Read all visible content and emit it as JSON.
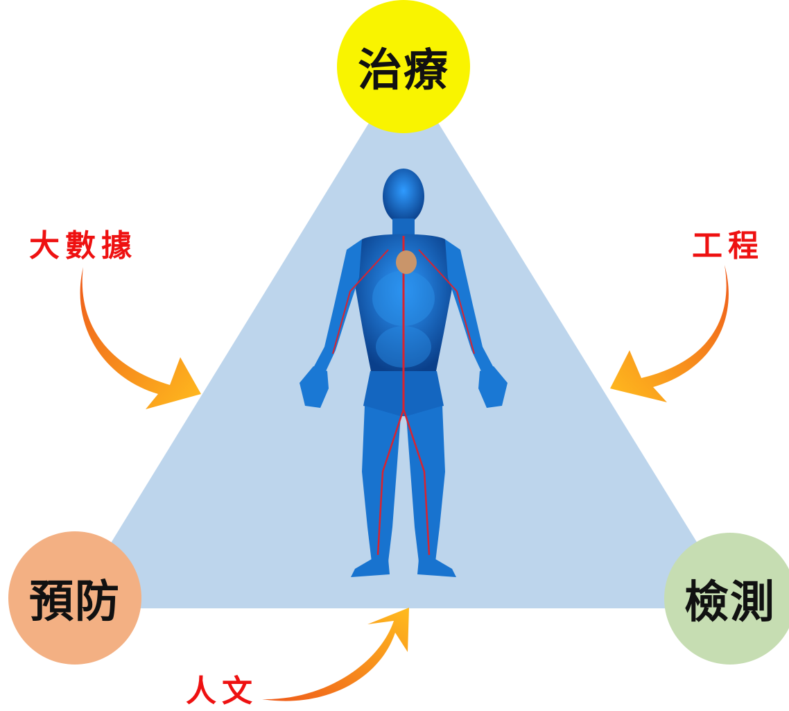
{
  "diagram": {
    "center_label": "",
    "nodes": {
      "top": {
        "label": "治療",
        "color": "#f9f400"
      },
      "left": {
        "label": "預防",
        "color": "#f3b083"
      },
      "right": {
        "label": "檢測",
        "color": "#c6ddb2"
      }
    },
    "factors": {
      "big_data": {
        "label": "大數據"
      },
      "engineering": {
        "label": "工程"
      },
      "humanities": {
        "label": "人文"
      }
    },
    "colors": {
      "triangle": "#bdd5ec",
      "factor_text": "#ee1111",
      "arrow_start": "#ee5a1a",
      "arrow_end": "#ffbb1e",
      "body_blue": "#1a7fd6",
      "vessel_red": "#d9232f"
    },
    "icons": {
      "human_body": "human-anatomy-icon",
      "heart": "heart-icon",
      "arrow": "curved-arrow-icon"
    }
  }
}
